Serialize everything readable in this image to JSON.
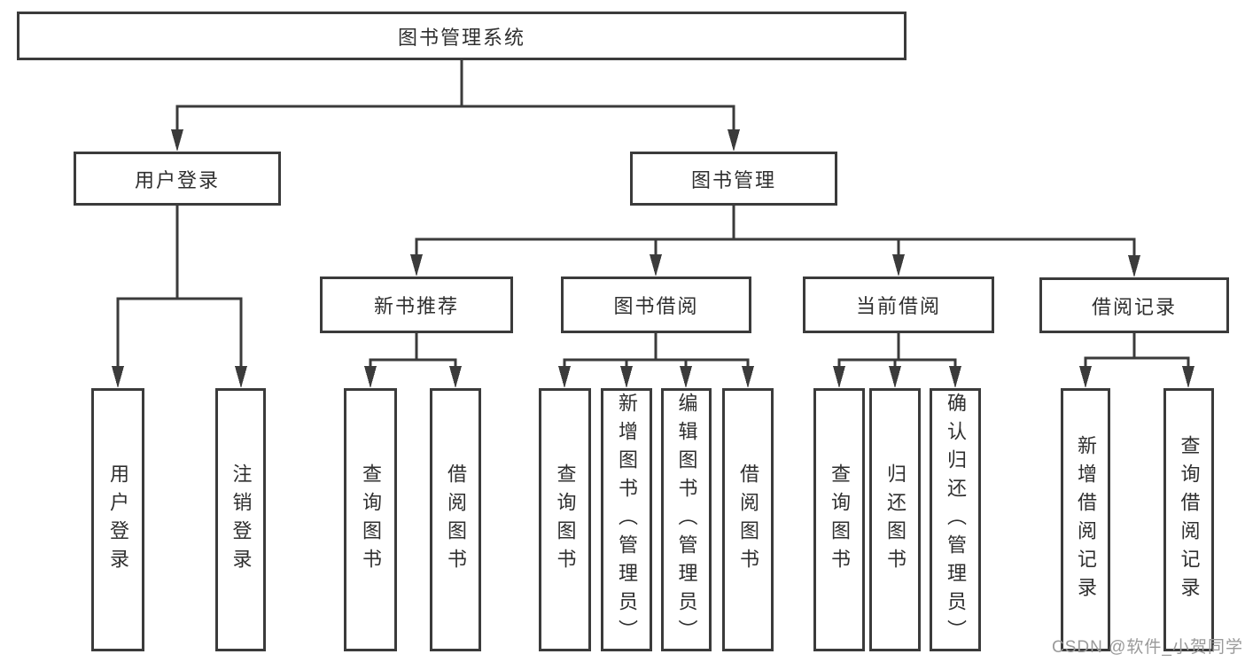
{
  "diagram_title": "图书管理系统",
  "nodes": {
    "root": "图书管理系统",
    "login": "用户登录",
    "mgmt": "图书管理",
    "recommend": "新书推荐",
    "borrow": "图书借阅",
    "current": "当前借阅",
    "records": "借阅记录",
    "leaves": {
      "login": [
        "用户登录",
        "注销登录"
      ],
      "recommend": [
        "查询图书",
        "借阅图书"
      ],
      "borrow": [
        "查询图书",
        "新增图书（管理员）",
        "编辑图书（管理员）",
        "借阅图书"
      ],
      "current": [
        "查询图书",
        "归还图书",
        "确认归还（管理员）"
      ],
      "records": [
        "新增借阅记录",
        "查询借阅记录"
      ]
    }
  },
  "watermark": {
    "text": "CSDN @软件_小贺同学",
    "color": "#9a9a9a"
  },
  "colors": {
    "line": "#3b3b3b",
    "text": "#2f2f2f",
    "background": "#ffffff"
  }
}
